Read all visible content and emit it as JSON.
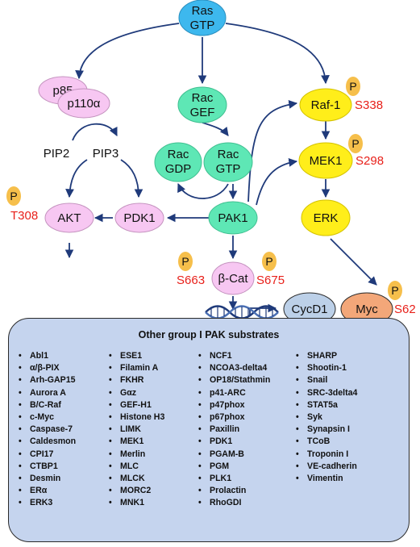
{
  "nodes": {
    "ras": {
      "line1": "Ras",
      "line2": "GTP"
    },
    "p85": "p85",
    "p110": "p110α",
    "pip2": "PIP2",
    "pip3": "PIP3",
    "akt": "AKT",
    "pdk1": "PDK1",
    "rac_gef": {
      "line1": "Rac",
      "line2": "GEF"
    },
    "rac_gdp": {
      "line1": "Rac",
      "line2": "GDP"
    },
    "rac_gtp": {
      "line1": "Rac",
      "line2": "GTP"
    },
    "pak1": "PAK1",
    "beta_cat": "β-Cat",
    "raf1": "Raf-1",
    "mek1": "MEK1",
    "erk": "ERK",
    "cycd1": "CycD1",
    "myc": "Myc"
  },
  "phospho": {
    "label": "P",
    "akt_site": "T308",
    "raf1_site": "S338",
    "mek1_site": "S298",
    "betacat_site_left": "S663",
    "betacat_site_right": "S675",
    "myc_site": "S62"
  },
  "substrates": {
    "title": "Other group I PAK substrates",
    "col1": [
      "Abl1",
      "α/β-PIX",
      "Arh-GAP15",
      "Aurora A",
      "B/C-Raf",
      "c-Myc",
      "Caspase-7",
      "Caldesmon",
      "CPI17",
      "CTBP1",
      "Desmin",
      "ERα",
      "ERK3"
    ],
    "col2": [
      "ESE1",
      "Filamin A",
      "FKHR",
      "Gαz",
      "GEF-H1",
      "Histone H3",
      "LIMK",
      "MEK1",
      "Merlin",
      "MLC",
      "MLCK",
      "MORC2",
      "MNK1"
    ],
    "col3": [
      "NCF1",
      "NCOA3-delta4",
      "OP18/Stathmin",
      "p41-ARC",
      "p47phox",
      "p67phox",
      "Paxillin",
      "PDK1",
      "PGAM-B",
      "PGM",
      "PLK1",
      "Prolactin",
      "RhoGDI"
    ],
    "col4": [
      "SHARP",
      "Shootin-1",
      "Snail",
      "SRC-3delta4",
      "STAT5a",
      "Syk",
      "Synapsin I",
      "TCoB",
      "Troponin I",
      "VE-cadherin",
      "Vimentin"
    ]
  },
  "colors": {
    "ras": "#3db8ee",
    "pi3k": "#f7c7f2",
    "rac": "#5ee7b5",
    "raf": "#ffee1a",
    "phospho": "#f6bf4b",
    "site": "#e8201a",
    "arrow": "#1f3a7a",
    "cycd1": "#bcd0e8",
    "myc": "#f3a779",
    "box": "#c5d4ee"
  }
}
